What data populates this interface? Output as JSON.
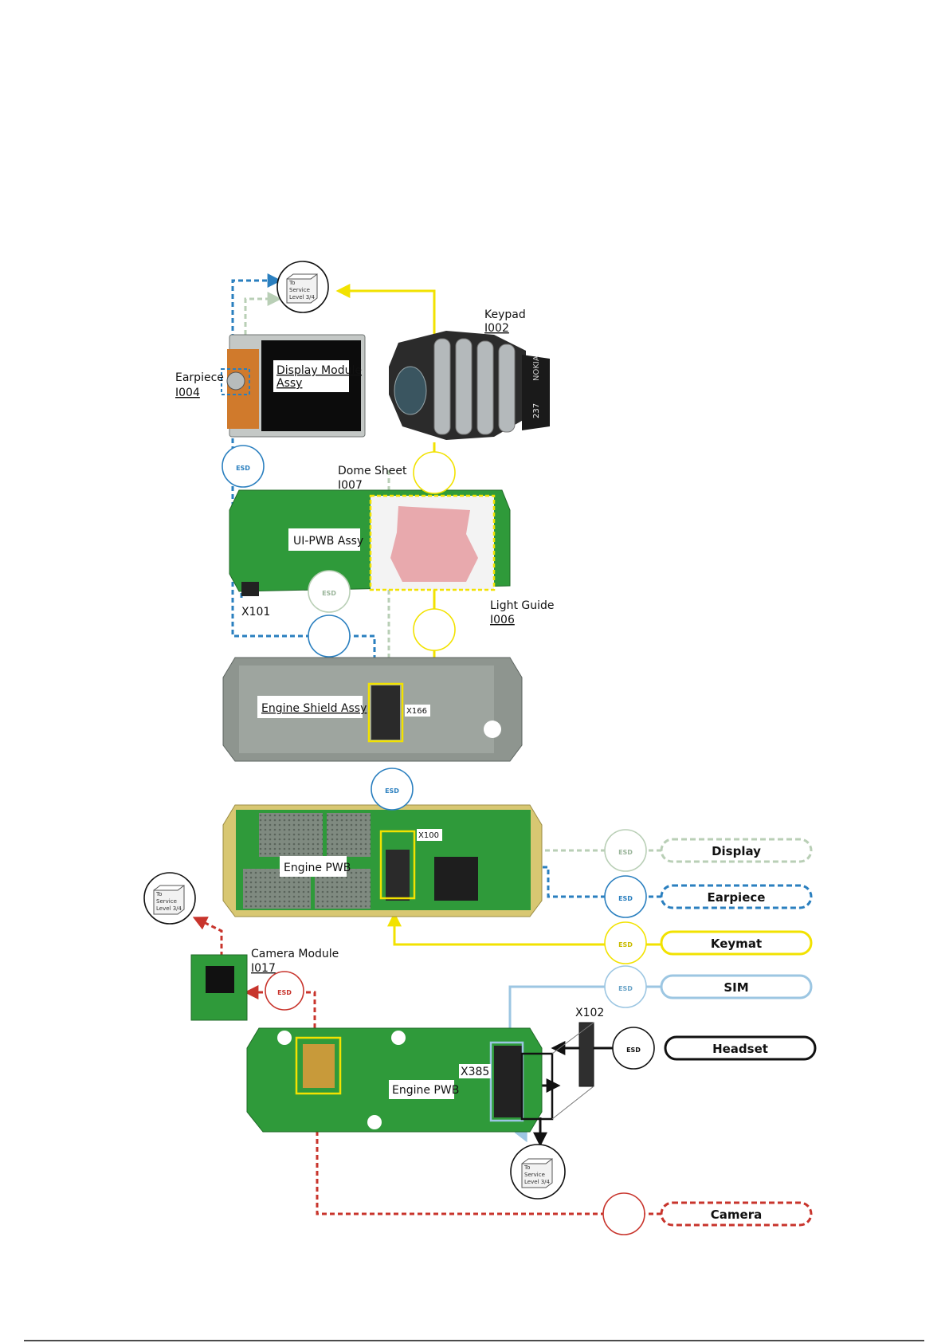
{
  "service_box": {
    "to": "To",
    "service": "Service",
    "level": "Level 3/4"
  },
  "labels": {
    "keypad": "Keypad",
    "keypad_code": "I002",
    "earpiece": "Earpiece",
    "earpiece_code": "I004",
    "display_module": "Display Module",
    "display_module_2": "Assy",
    "dome_sheet": "Dome Sheet",
    "dome_sheet_code": "I007",
    "ui_pwb": "UI-PWB Assy",
    "light_guide": "Light Guide",
    "light_guide_code": "I006",
    "x101": "X101",
    "engine_shield": "Engine Shield Assy",
    "x166": "X166",
    "x100": "X100",
    "engine_pwb_top": "Engine PWB",
    "engine_pwb_bottom": "Engine PWB",
    "camera_module": "Camera Module",
    "camera_module_code": "I017",
    "x102": "X102",
    "x385": "X385",
    "keypad_print": "237",
    "brand_print": "NOKIA",
    "esd": "ESD"
  },
  "legend": [
    {
      "label": "Display",
      "color": "#b9cfb6",
      "dashed": true
    },
    {
      "label": "Earpiece",
      "color": "#2a7fbf",
      "dashed": true
    },
    {
      "label": "Keymat",
      "color": "#f2e200",
      "dashed": false
    },
    {
      "label": "SIM",
      "color": "#9cc6e2",
      "dashed": false
    },
    {
      "label": "Headset",
      "color": "#111111",
      "dashed": false
    },
    {
      "label": "Camera",
      "color": "#c8342c",
      "dashed": true
    }
  ],
  "colors": {
    "display": "#b9cfb6",
    "earpiece": "#2a7fbf",
    "keymat": "#f2e200",
    "sim": "#9cc6e2",
    "headset": "#111111",
    "camera": "#c8342c",
    "pcb_green": "#2f9a3a",
    "shield_gray": "#8e958f"
  }
}
